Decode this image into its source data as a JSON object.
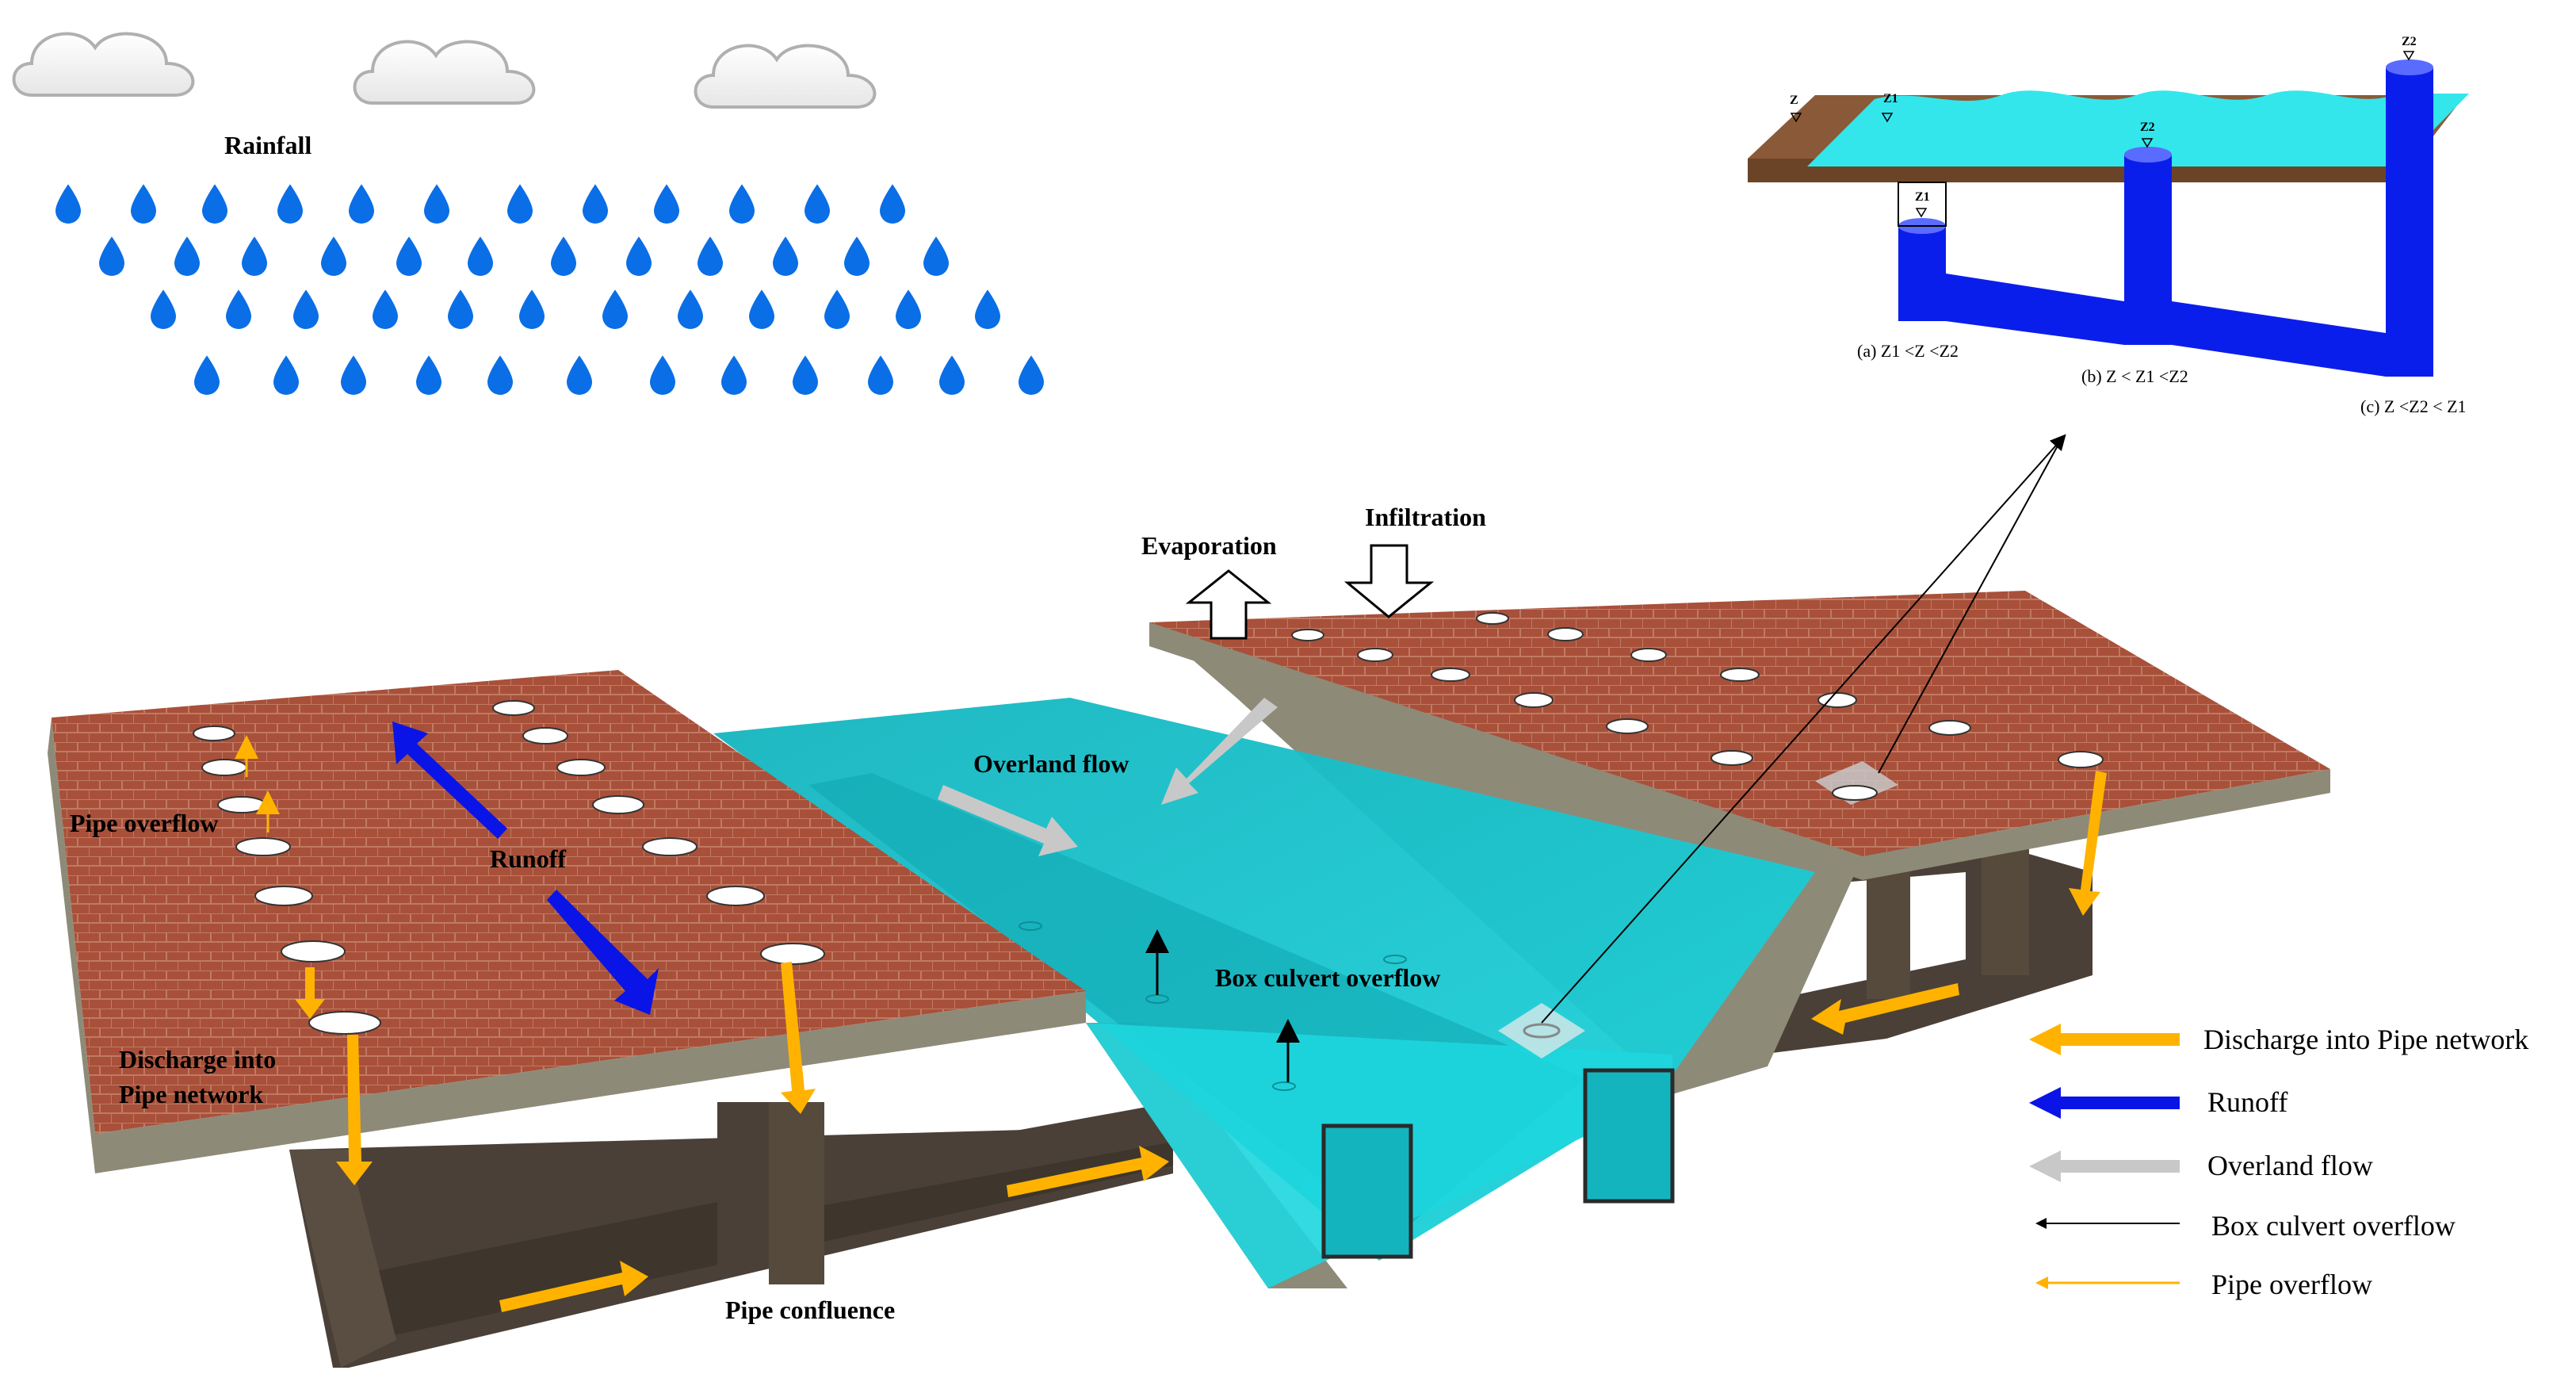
{
  "labels": {
    "rainfall": "Rainfall",
    "evaporation": "Evaporation",
    "infiltration": "Infiltration",
    "overland_flow": "Overland flow",
    "runoff": "Runoff",
    "pipe_overflow": "Pipe overflow",
    "discharge_line1": "Discharge into",
    "discharge_line2": "Pipe network",
    "box_culvert_overflow": "Box culvert overflow",
    "pipe_confluence": "Pipe confluence"
  },
  "legend": [
    {
      "label": "Discharge into Pipe network",
      "color": "#FFB300"
    },
    {
      "label": "Runoff",
      "color": "#0A14E6"
    },
    {
      "label": "Overland flow",
      "color": "#C8C8C8"
    },
    {
      "label": "Box culvert overflow",
      "color": "#000000"
    },
    {
      "label": "Pipe overflow",
      "color": "#FFB300"
    }
  ],
  "inset": {
    "z_labels": {
      "z": "Z",
      "z1": "Z1",
      "z2": "Z2"
    },
    "cases": [
      "(a) Z1 <Z <Z2",
      "(b) Z < Z1 <Z2",
      "(c) Z <Z2 < Z1"
    ]
  },
  "colors": {
    "pavement": "#A8503A",
    "concrete": "#8E8A78",
    "pipe": "#4A4037",
    "water": "#18C8D0",
    "inset_water": "#33E6EC",
    "inset_pipe": "#0A1EEB",
    "rain": "#0A6EE6",
    "arrow_orange": "#FFB300",
    "arrow_blue": "#0A14E6",
    "arrow_gray": "#C8C8C8"
  },
  "icons": [
    "cloud-icon",
    "raindrop-icon",
    "manhole-icon"
  ]
}
